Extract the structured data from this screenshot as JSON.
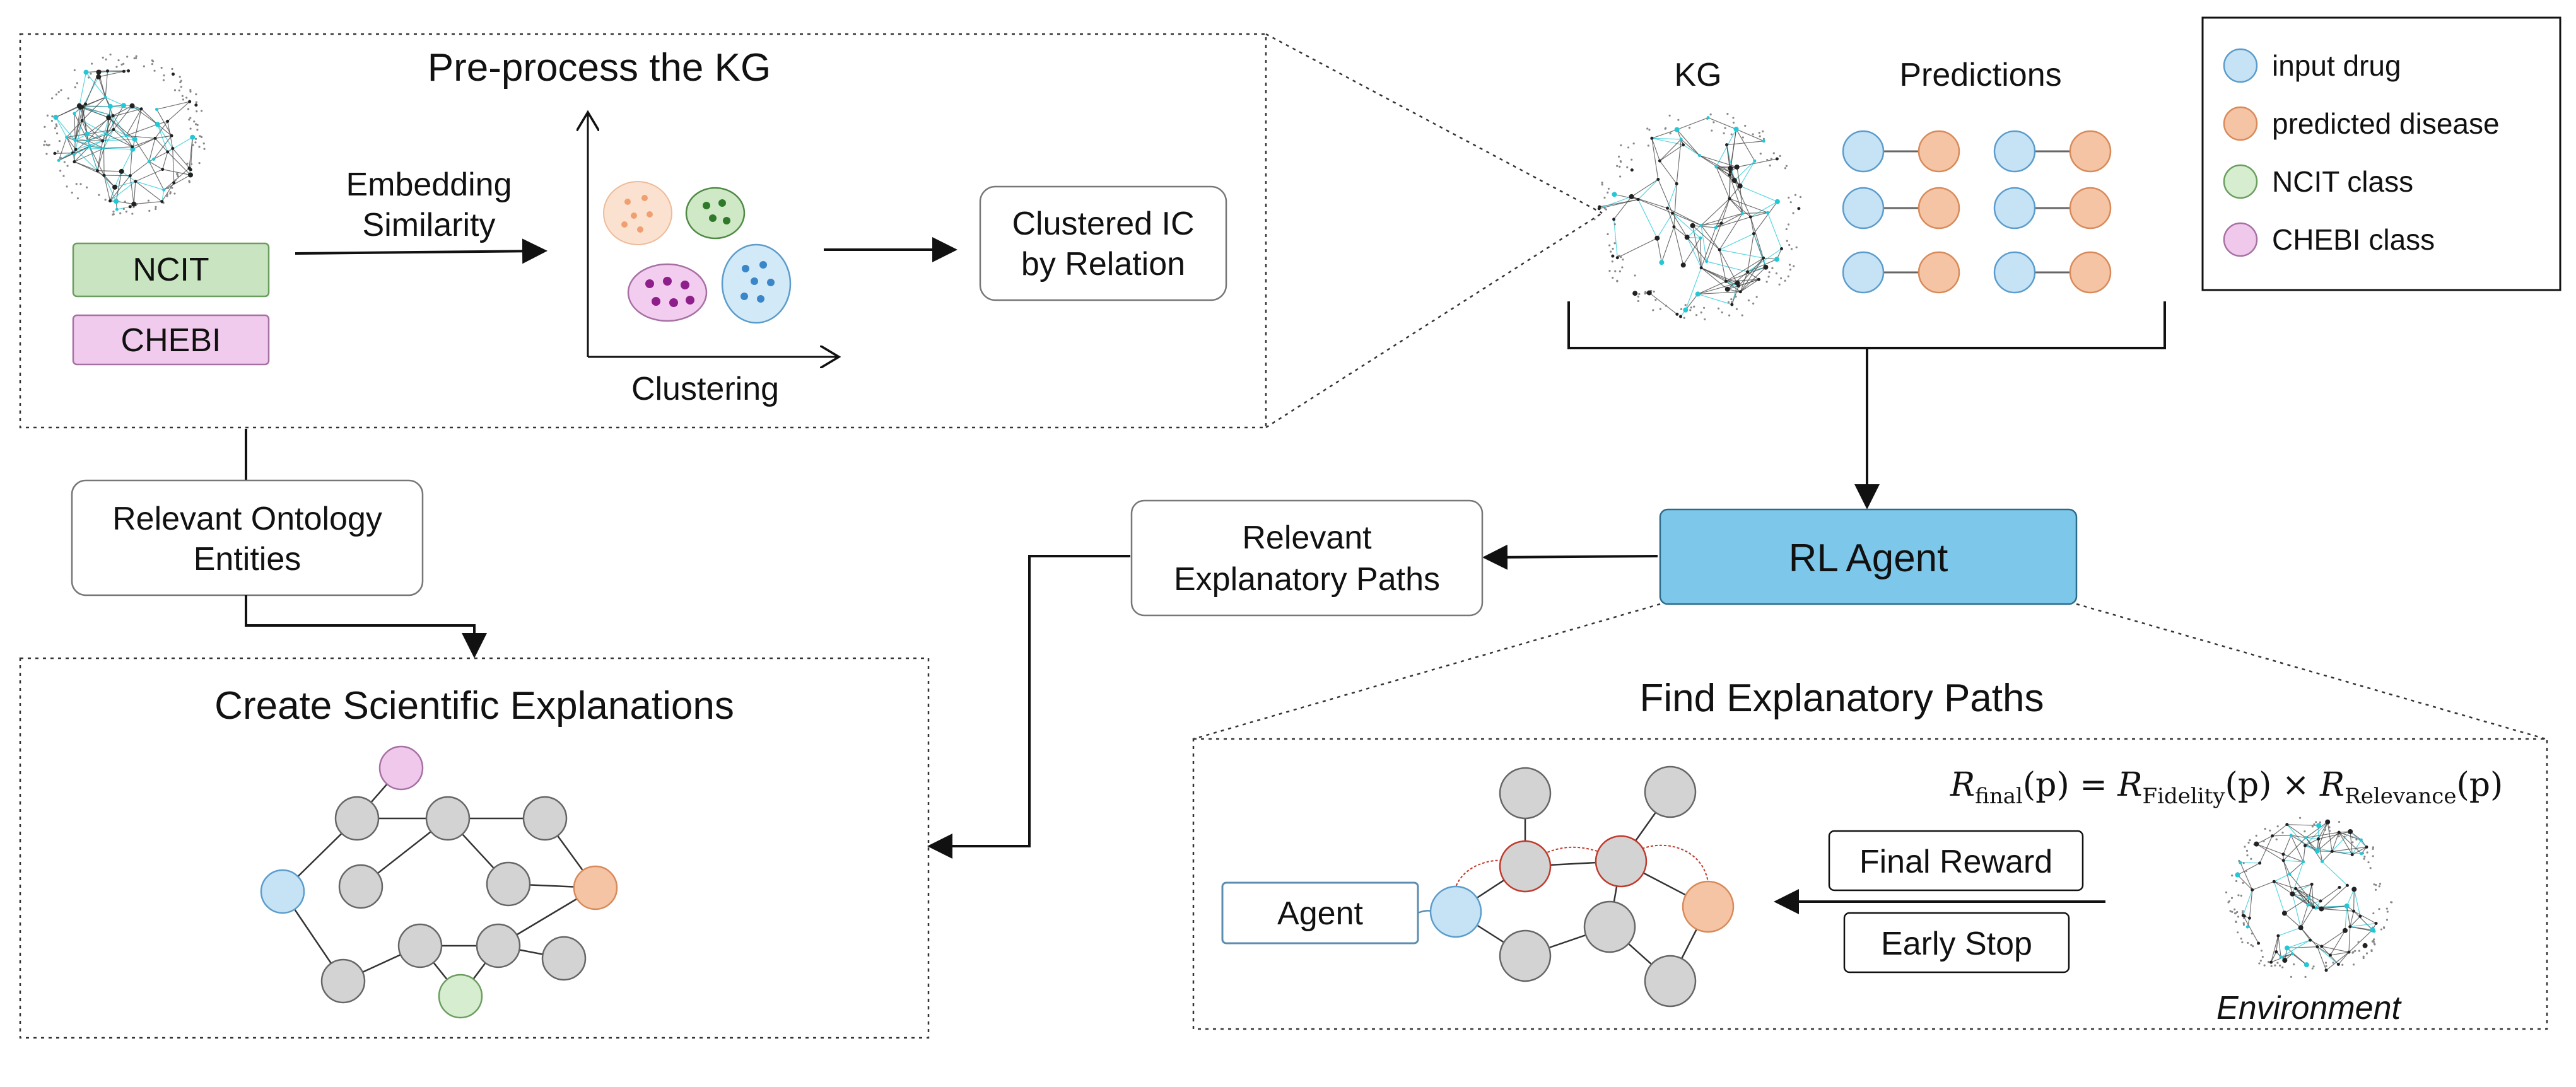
{
  "preprocess": {
    "title": "Pre-process the KG",
    "ncit": "NCIT",
    "chebi": "CHEBI",
    "embedding_line1": "Embedding",
    "embedding_line2": "Similarity",
    "clustering": "Clustering",
    "clustered_line1": "Clustered IC",
    "clustered_line2": "by Relation"
  },
  "top_right": {
    "kg_label": "KG",
    "predictions_label": "Predictions"
  },
  "legend": {
    "items": [
      {
        "label": "input drug",
        "color": "#c5e3f5"
      },
      {
        "label": "predicted disease",
        "color": "#f5c4a4"
      },
      {
        "label": "NCIT class",
        "color": "#d6edcf"
      },
      {
        "label": "CHEBI class",
        "color": "#f0c8ec"
      }
    ]
  },
  "rl_agent": {
    "label": "RL Agent",
    "color": "#7dc8ea"
  },
  "relevant_paths": {
    "line1": "Relevant",
    "line2": "Explanatory Paths"
  },
  "relevant_entities": {
    "line1": "Relevant Ontology",
    "line2": "Entities"
  },
  "create": {
    "title": "Create Scientific Explanations"
  },
  "find": {
    "title": "Find Explanatory Paths",
    "agent": "Agent",
    "final_reward": "Final Reward",
    "early_stop": "Early Stop",
    "environment": "Environment",
    "formula": {
      "r": "R",
      "sub_final": "final",
      "p1": "(p) = ",
      "sub_fidelity": "Fidelity",
      "p2": "(p) × ",
      "sub_relevance": "Relevance",
      "p3": "(p)"
    }
  },
  "colors": {
    "gray_node": "#d3d3d3",
    "blue_node": "#c5e3f5",
    "orange_node": "#f5c4a4",
    "green_node": "#d6edcf",
    "pink_node": "#f0c8ec",
    "ncit_box": "#c9e4c1",
    "chebi_box": "#f1cbee",
    "cyan": "#22c8d6"
  }
}
